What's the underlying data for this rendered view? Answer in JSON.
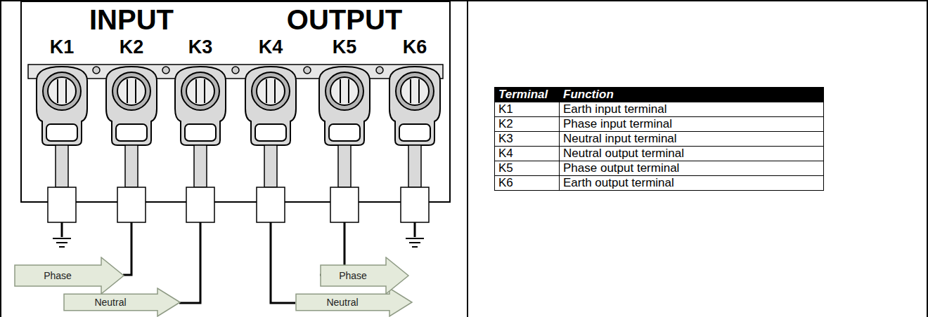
{
  "diagram": {
    "nodes": [
      {
        "text": [
          "Phase"
        ]
      },
      {
        "text": [
          "Neutral"
        ]
      },
      {
        "text": [
          "Neutral"
        ]
      },
      {
        "text": [
          "Phase"
        ]
      }
    ],
    "labels": [
      "INPUT",
      "OUTPUT",
      "K1",
      "K2",
      "K3",
      "K4",
      "K5",
      "K6",
      "Terminal",
      "Function",
      "K1",
      "Earth input terminal",
      "K2",
      "Phase input terminal",
      "K3",
      "Neutral input terminal",
      "K4",
      "Neutral output terminal",
      "K5",
      "Phase output terminal",
      "K6",
      "Earth output terminal"
    ]
  }
}
